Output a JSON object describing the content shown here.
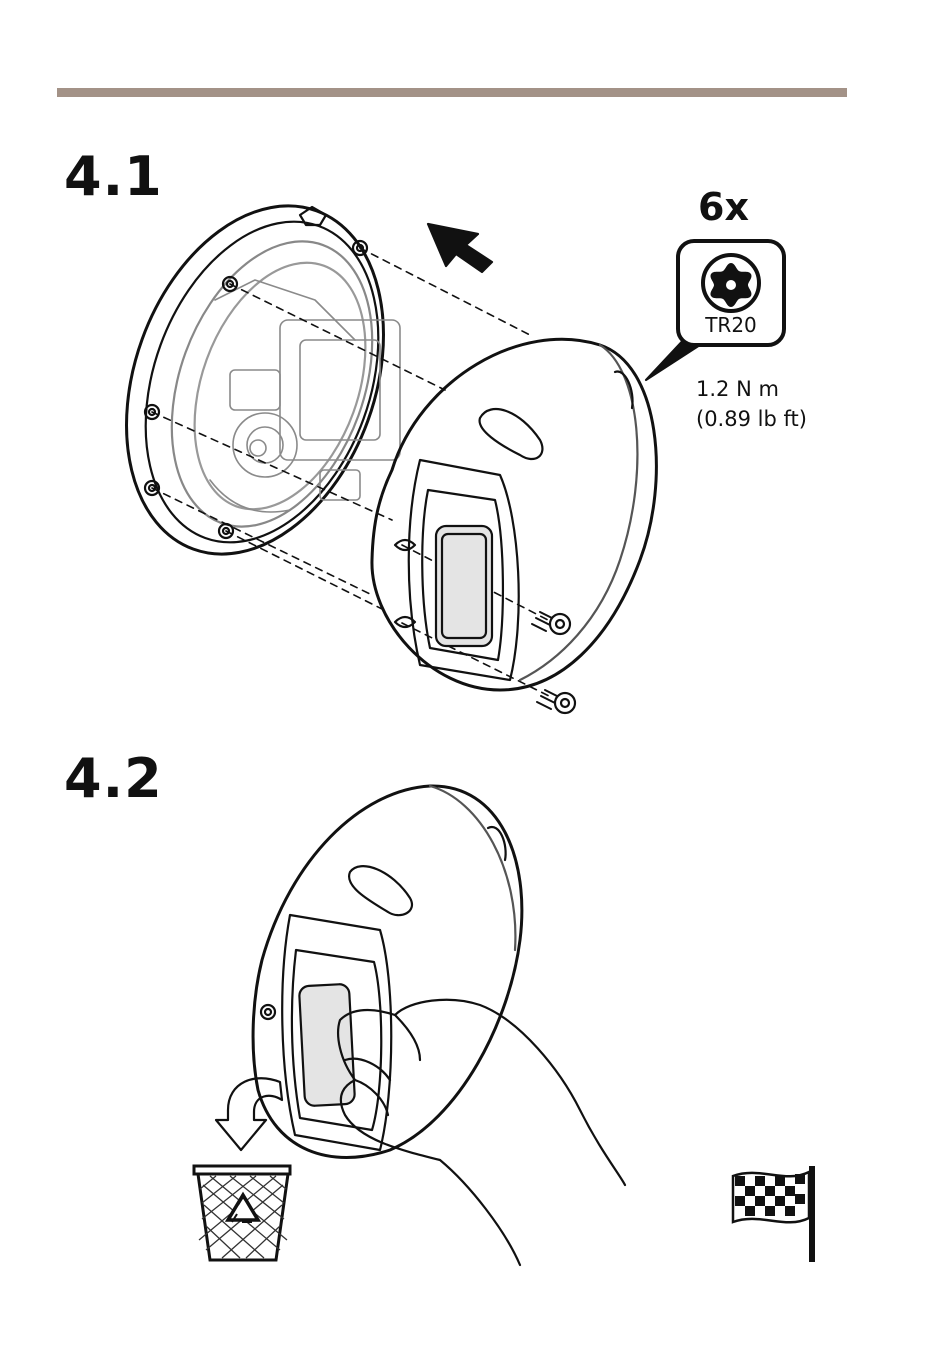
{
  "steps": [
    {
      "number": "4.1"
    },
    {
      "number": "4.2"
    }
  ],
  "tool": {
    "quantity": "6x",
    "bit": "TR20",
    "torque_metric": "1.2 N m",
    "torque_imperial": "(0.89 lb ft)"
  },
  "icons": {
    "torx": "torx-icon",
    "recycle_bin": "recycle-bin-icon",
    "finish_flag": "checkered-flag-icon",
    "arrow": "direction-arrow-icon"
  },
  "colors": {
    "rule": "#a39287",
    "line": "#111111",
    "window": "#e4e4e4"
  }
}
